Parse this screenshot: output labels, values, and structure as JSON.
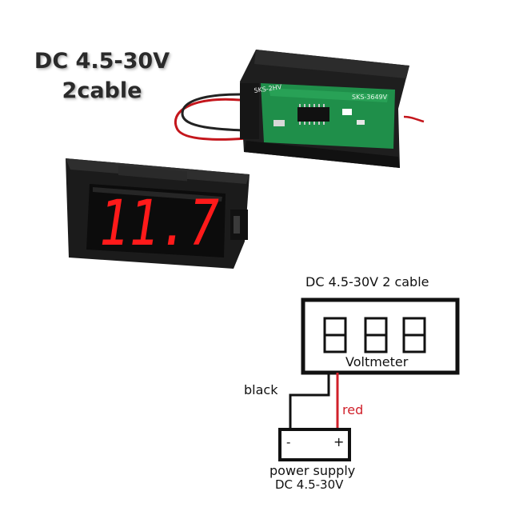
{
  "product": {
    "title_line1": "DC 4.5-30V",
    "title_line2": "2cable",
    "display_reading": "11.7",
    "pcb_label_left": "SKS-2HV",
    "pcb_label_right": "SKS-3649V"
  },
  "wiring": {
    "title": "DC 4.5-30V 2 cable",
    "meter_label": "Voltmeter",
    "wire_black": "black",
    "wire_red": "red",
    "terminal_minus": "-",
    "terminal_plus": "+",
    "supply_label": "power supply",
    "supply_spec": "DC 4.5-30V"
  },
  "colors": {
    "red_wire": "#d0202a",
    "led_red": "#ff1a1a",
    "pcb_green": "#1f8f4a",
    "bezel": "#1b1b1b"
  }
}
